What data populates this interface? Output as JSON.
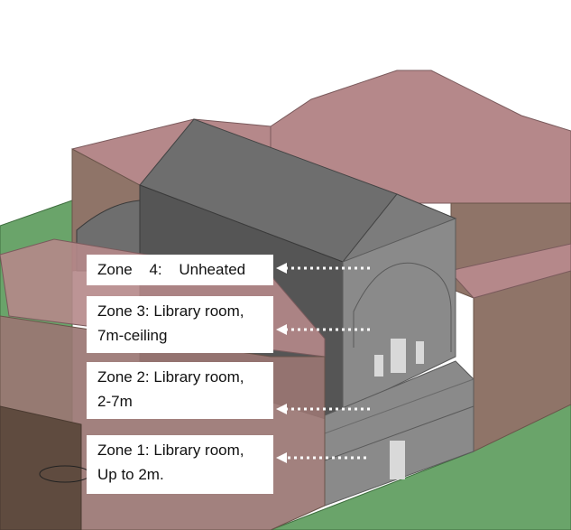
{
  "labels": {
    "zone4": {
      "line1": "Zone 4: Unheated"
    },
    "zone3": {
      "line1": "Zone 3: Library room,",
      "line2": "7m-ceiling"
    },
    "zone2": {
      "line1": "Zone 2: Library room,",
      "line2": "2-7m"
    },
    "zone1": {
      "line1": "Zone 1: Library room,",
      "line2": "Up to 2m."
    }
  },
  "colors": {
    "ground": "#6aa46a",
    "neighbor_roof": "#b5888a",
    "neighbor_wall": "#8f7468",
    "neighbor_dark": "#5f4b3f",
    "library_roof": "#6e6e6e",
    "library_wall": "#8a8a8a",
    "library_dark": "#555555",
    "arrow": "#ffffff"
  }
}
